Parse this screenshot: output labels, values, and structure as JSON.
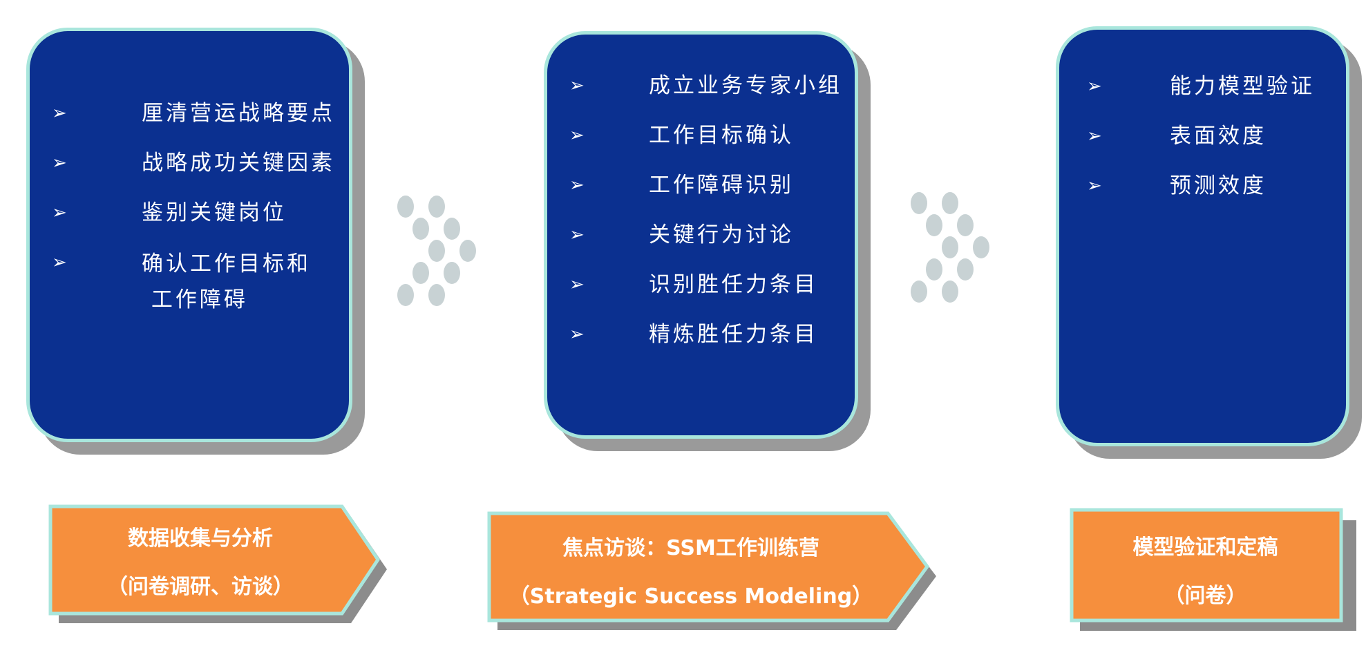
{
  "stages": [
    {
      "items": [
        {
          "bullet": "➢",
          "label": "厘清营运战略要点"
        },
        {
          "bullet": "➢",
          "label": "战略成功关键因素"
        },
        {
          "bullet": "➢",
          "label": "鉴别关键岗位"
        },
        {
          "bullet": "➢",
          "label": "确认工作目标和\n 工作障碍"
        }
      ],
      "banner": {
        "line1": "数据收集与分析",
        "line2": "（问卷调研、访谈）"
      }
    },
    {
      "items": [
        {
          "bullet": "➢",
          "label": "成立业务专家小组"
        },
        {
          "bullet": "➢",
          "label": "工作目标确认"
        },
        {
          "bullet": "➢",
          "label": "工作障碍识别"
        },
        {
          "bullet": "➢",
          "label": "关键行为讨论"
        },
        {
          "bullet": "➢",
          "label": "识别胜任力条目"
        },
        {
          "bullet": "➢",
          "label": "精炼胜任力条目"
        }
      ],
      "banner": {
        "line1": "焦点访谈：SSM工作训练营",
        "line2": "（Strategic Success Modeling）"
      }
    },
    {
      "items": [
        {
          "bullet": "➢",
          "label": "能力模型验证"
        },
        {
          "bullet": "➢",
          "label": "表面效度"
        },
        {
          "bullet": "➢",
          "label": "预测效度"
        }
      ],
      "banner": {
        "line1": "模型验证和定稿",
        "line2": "（问卷）"
      }
    }
  ],
  "colors": {
    "panel": "#0b3090",
    "panel_border": "#a9e6dc",
    "banner": "#f68f3d",
    "banner_border": "#a9e6dc",
    "shadow": "#9a9a9a",
    "dots": "#c8d2d4"
  }
}
